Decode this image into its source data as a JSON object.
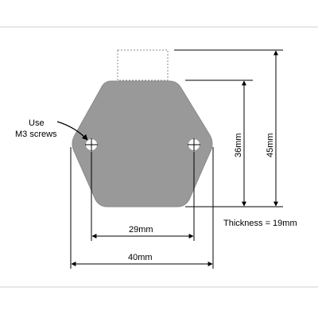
{
  "diagram": {
    "screw_note_line1": "Use",
    "screw_note_line2": "M3 screws",
    "dim_hole_spacing": "29mm",
    "dim_width": "40mm",
    "dim_body_height": "36mm",
    "dim_total_height": "45mm",
    "thickness_note": "Thickness = 19mm",
    "colors": {
      "plate_fill": "#999999",
      "line": "#000000",
      "border": "#cccccc",
      "hole": "#ffffff"
    }
  }
}
